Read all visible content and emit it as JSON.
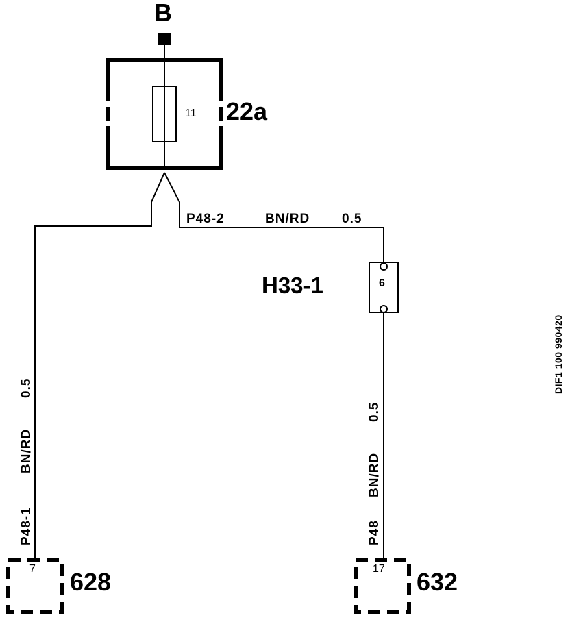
{
  "supply": {
    "label": "B"
  },
  "fuse_box": {
    "label": "22a",
    "fuse_number": "11"
  },
  "wires": {
    "top_right": {
      "id": "P48-2",
      "color": "BN/RD",
      "size": "0.5"
    },
    "left": {
      "id": "P48-1",
      "color": "BN/RD",
      "size": "0.5"
    },
    "right_lower": {
      "id": "P48",
      "color": "BN/RD",
      "size": "0.5"
    }
  },
  "connector_h33": {
    "label": "H33-1",
    "pin": "6"
  },
  "component_628": {
    "label": "628",
    "pin": "7"
  },
  "component_632": {
    "label": "632",
    "pin": "17"
  },
  "doc_reference": "DIF1  100 990420"
}
